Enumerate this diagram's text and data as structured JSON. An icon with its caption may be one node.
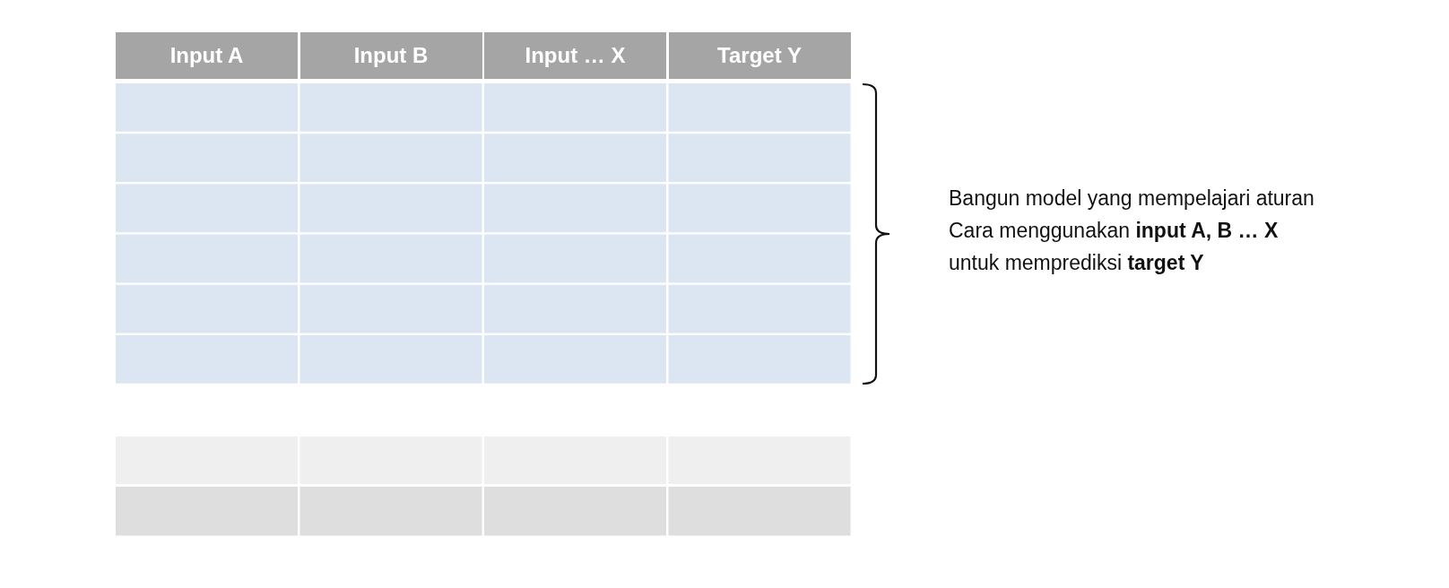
{
  "diagram": {
    "labels": [
      "Input A",
      "Input B",
      "Input … X",
      "Target Y",
      "Bangun model yang mempelajari aturan",
      "Cara menggunakan **input A, B … X**",
      "untuk memprediksi **target Y**"
    ]
  }
}
